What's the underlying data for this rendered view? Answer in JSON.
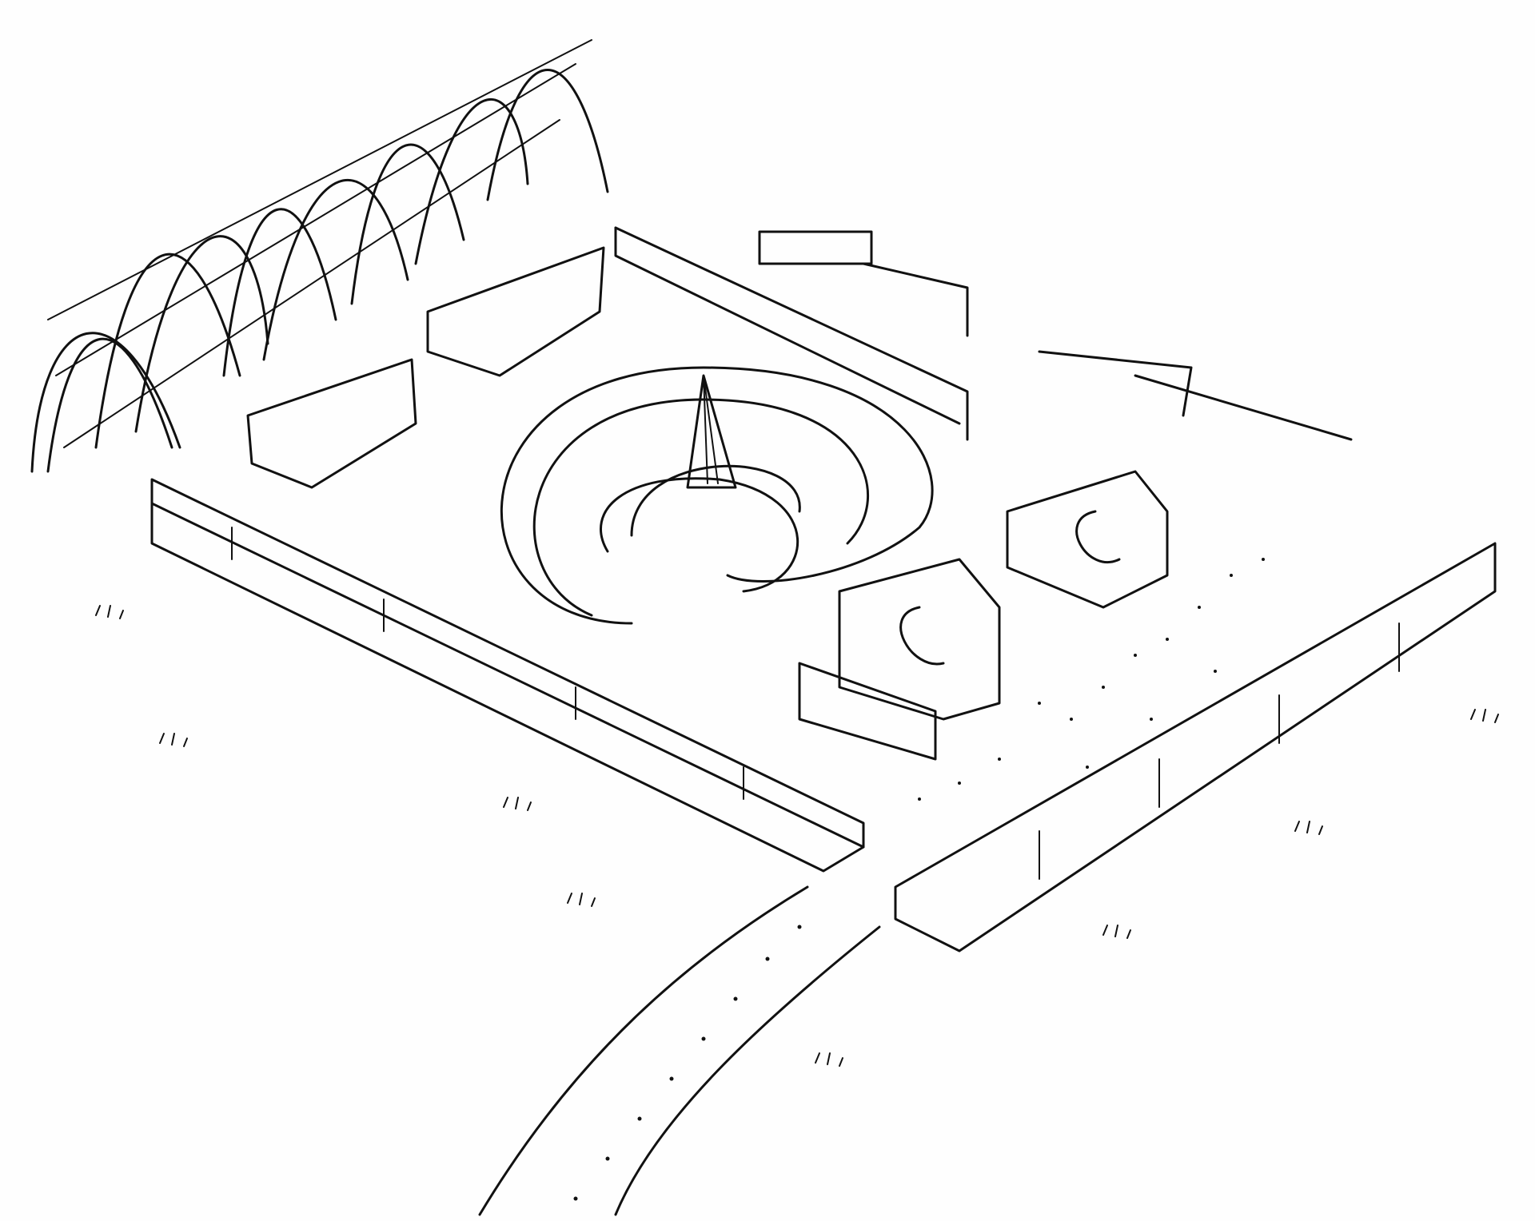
{
  "image": {
    "description": "Hand-drawn black ink isometric sketch of a walled garden: arched trellis tunnel along the back-left, raised planter beds around the perimeter, a spiral hedge with a central cone/obelisk sculpture, two C-shaped seating blocks on gravel at the right, and a winding dotted path leading out from the front entrance.",
    "style": "pen sketch, monochrome",
    "ink_color": "#111111",
    "paper_color": "#fefefe"
  },
  "elements": {
    "trellis": "arched trellis tunnel with climbing plants",
    "planters": "perimeter raised planter boxes with plants",
    "spiral": "spiral hedge bed",
    "sculpture": "central cone obelisk",
    "seats": "C-shaped seating blocks",
    "gravel": "stippled gravel area",
    "path": "winding dotted entrance path",
    "grass": "scattered grass tufts"
  }
}
